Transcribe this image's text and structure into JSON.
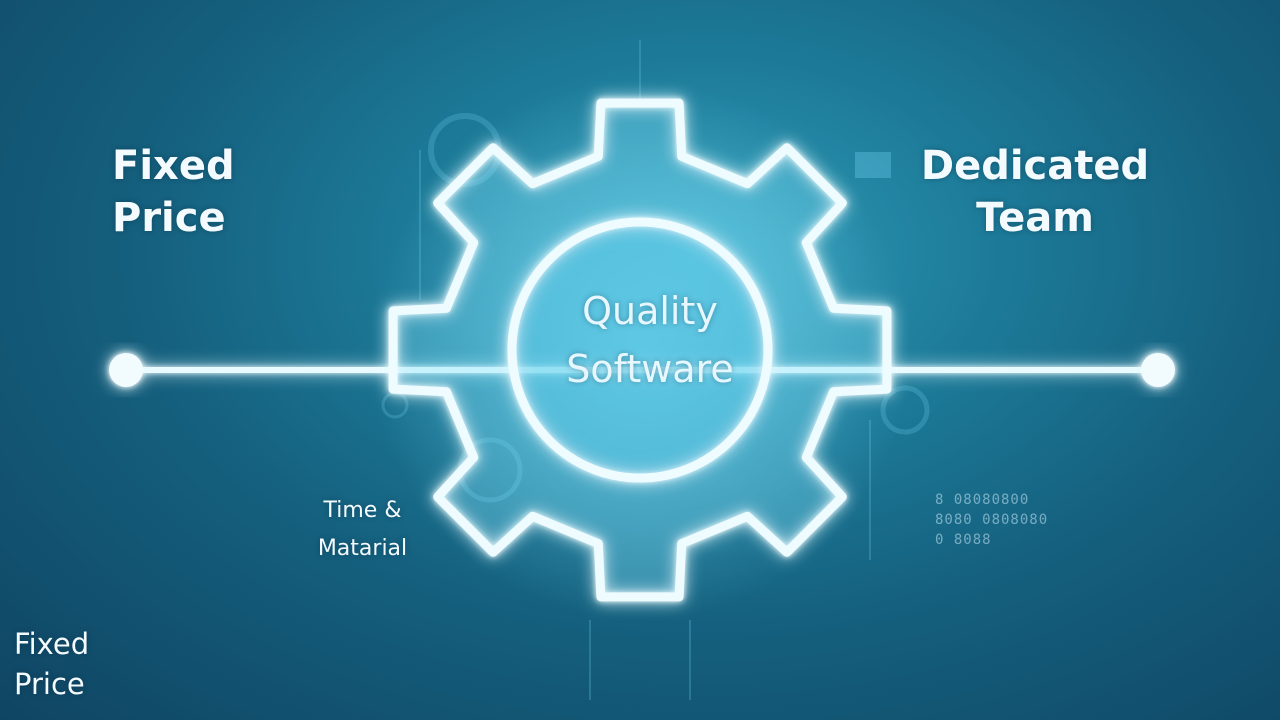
{
  "diagram": {
    "center": {
      "line1": "Quality",
      "line2": "Software"
    },
    "left_top": {
      "line1": "Fixed",
      "line2": "Price"
    },
    "right_top": {
      "line1": "Dedicated",
      "line2": "Team"
    },
    "lower_left": {
      "line1": "Time &",
      "line2": "Matarial"
    },
    "bottom_left": {
      "line1": "Fixed",
      "line2": "Price"
    },
    "decor_text": [
      "8 08080800",
      "8080 0808080",
      "0 8088"
    ]
  },
  "colors": {
    "glow": "#bff3ff",
    "background_dark": "#0f4563",
    "background_light": "#2f9bb6"
  }
}
